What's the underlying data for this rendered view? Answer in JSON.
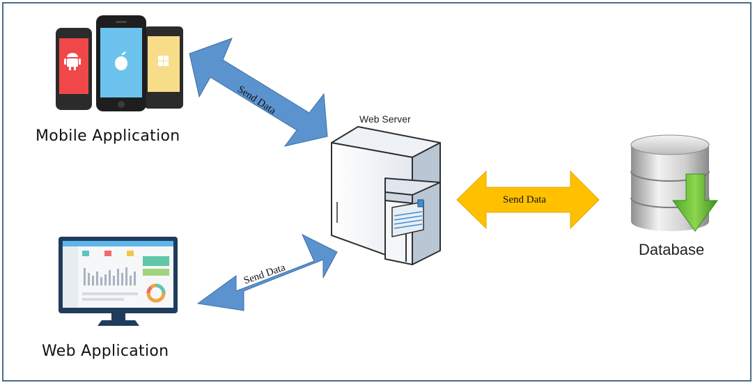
{
  "diagram": {
    "nodes": {
      "mobile": {
        "label": "Mobile Application",
        "icon": "mobile-devices-icon"
      },
      "web": {
        "label": "Web Application",
        "icon": "desktop-monitor-icon"
      },
      "server": {
        "label": "Web Server",
        "icon": "server-tower-icon"
      },
      "database": {
        "label": "Database",
        "icon": "database-cylinder-icon"
      }
    },
    "edges": [
      {
        "from": "mobile",
        "to": "server",
        "label": "Send Data",
        "color": "#5b93cf"
      },
      {
        "from": "web",
        "to": "server",
        "label": "Send Data",
        "color": "#5b93cf"
      },
      {
        "from": "server",
        "to": "database",
        "label": "Send Data",
        "color": "#ffc000"
      }
    ]
  },
  "colors": {
    "frame_border": "#4a6a8c",
    "blue_arrow": "#5b93cf",
    "orange_arrow": "#ffc000",
    "db_arrow": "#6fbf3a"
  }
}
